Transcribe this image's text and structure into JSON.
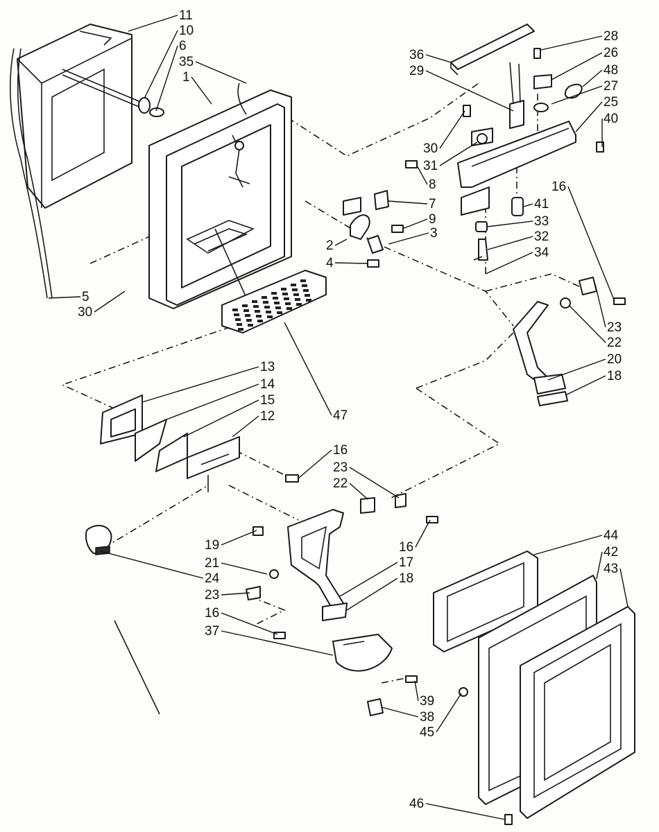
{
  "callouts": [
    {
      "id": "c11a",
      "label": "11"
    },
    {
      "id": "c10",
      "label": "10"
    },
    {
      "id": "c6",
      "label": "6"
    },
    {
      "id": "c35",
      "label": "35"
    },
    {
      "id": "c1",
      "label": "1"
    },
    {
      "id": "c5",
      "label": "5"
    },
    {
      "id": "c30a",
      "label": "30"
    },
    {
      "id": "c36",
      "label": "36"
    },
    {
      "id": "c29",
      "label": "29"
    },
    {
      "id": "c28",
      "label": "28"
    },
    {
      "id": "c26",
      "label": "26"
    },
    {
      "id": "c48",
      "label": "48"
    },
    {
      "id": "c27",
      "label": "27"
    },
    {
      "id": "c25",
      "label": "25"
    },
    {
      "id": "c40",
      "label": "40"
    },
    {
      "id": "c30b",
      "label": "30"
    },
    {
      "id": "c31",
      "label": "31"
    },
    {
      "id": "c8",
      "label": "8"
    },
    {
      "id": "c7",
      "label": "7"
    },
    {
      "id": "c9",
      "label": "9"
    },
    {
      "id": "c2",
      "label": "2"
    },
    {
      "id": "c3",
      "label": "3"
    },
    {
      "id": "c4",
      "label": "4"
    },
    {
      "id": "c41",
      "label": "41"
    },
    {
      "id": "c33",
      "label": "33"
    },
    {
      "id": "c32",
      "label": "32"
    },
    {
      "id": "c34",
      "label": "34"
    },
    {
      "id": "c16a",
      "label": "16"
    },
    {
      "id": "c23a",
      "label": "23"
    },
    {
      "id": "c22a",
      "label": "22"
    },
    {
      "id": "c20",
      "label": "20"
    },
    {
      "id": "c18a",
      "label": "18"
    },
    {
      "id": "c13",
      "label": "13"
    },
    {
      "id": "c14",
      "label": "14"
    },
    {
      "id": "c15",
      "label": "15"
    },
    {
      "id": "c12",
      "label": "12"
    },
    {
      "id": "c47",
      "label": "47"
    },
    {
      "id": "c16b",
      "label": "16"
    },
    {
      "id": "c23b",
      "label": "23"
    },
    {
      "id": "c22b",
      "label": "22"
    },
    {
      "id": "c19",
      "label": "19"
    },
    {
      "id": "c21",
      "label": "21"
    },
    {
      "id": "c24",
      "label": "24"
    },
    {
      "id": "c23c",
      "label": "23"
    },
    {
      "id": "c16c",
      "label": "16"
    },
    {
      "id": "c37",
      "label": "37"
    },
    {
      "id": "c16d",
      "label": "16"
    },
    {
      "id": "c17",
      "label": "17"
    },
    {
      "id": "c18b",
      "label": "18"
    },
    {
      "id": "c44",
      "label": "44"
    },
    {
      "id": "c42",
      "label": "42"
    },
    {
      "id": "c43",
      "label": "43"
    },
    {
      "id": "c39",
      "label": "39"
    },
    {
      "id": "c38",
      "label": "38"
    },
    {
      "id": "c45",
      "label": "45"
    },
    {
      "id": "c46",
      "label": "46"
    }
  ]
}
